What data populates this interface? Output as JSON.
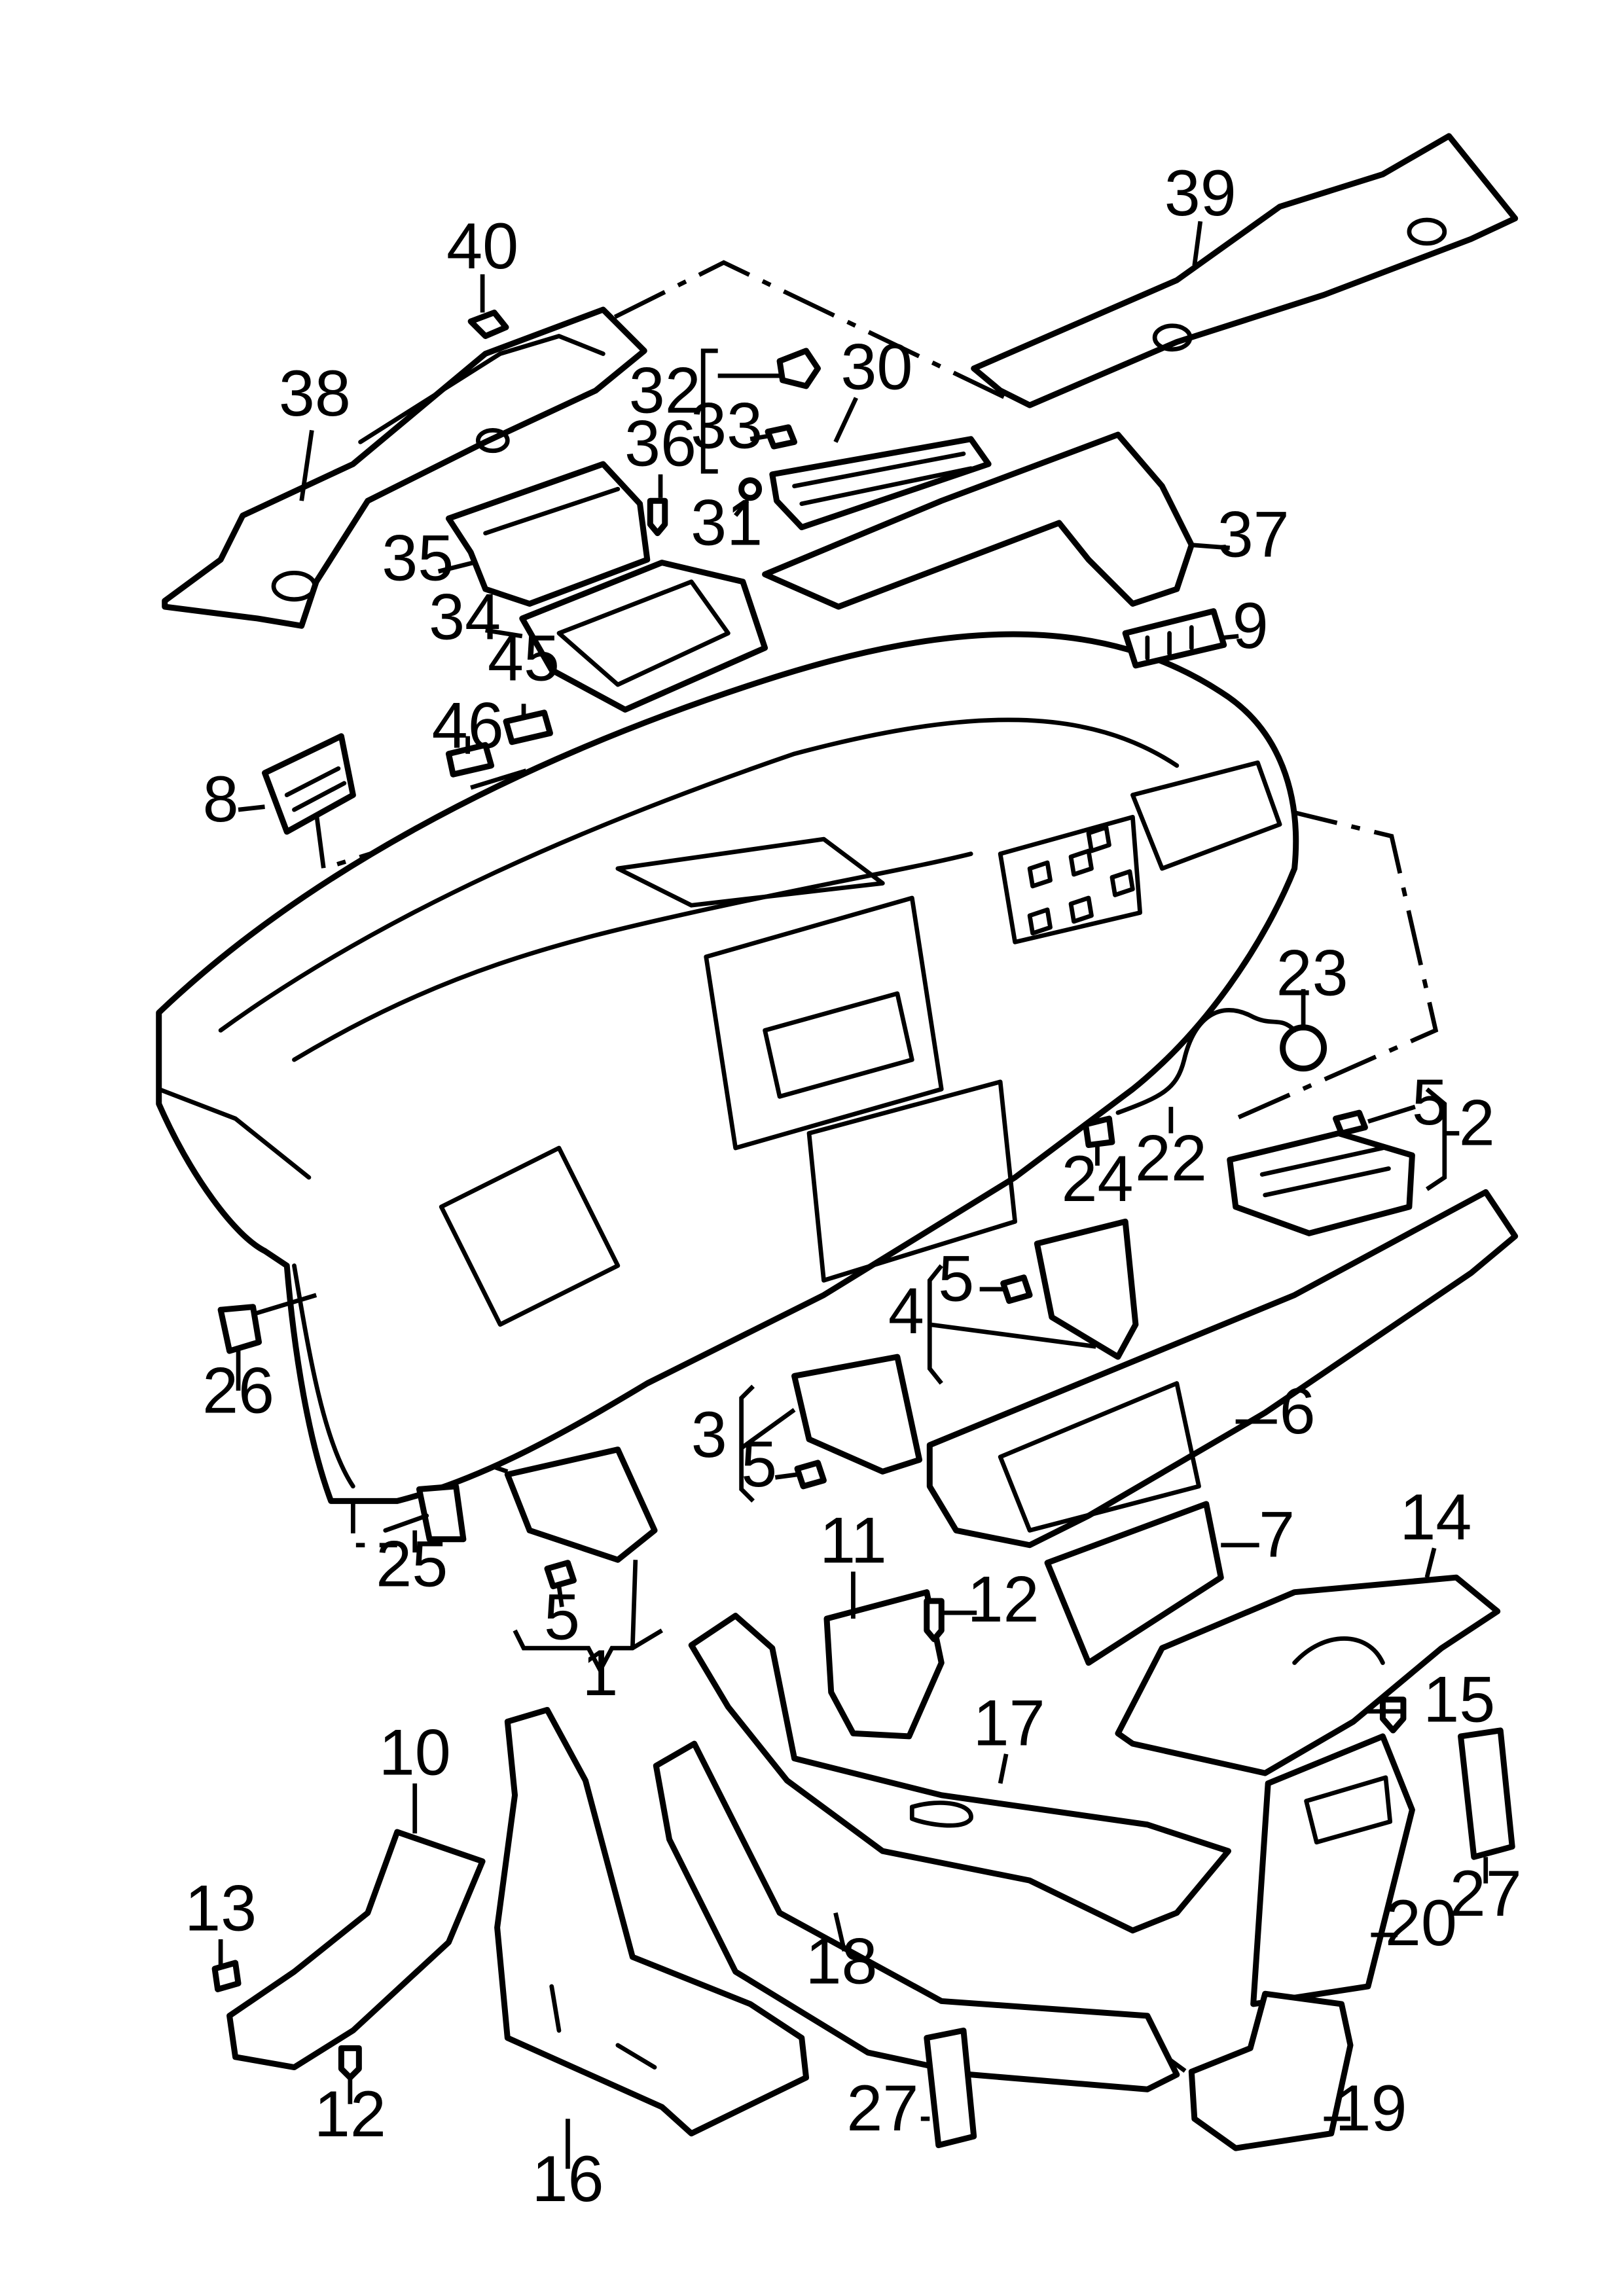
{
  "diagram": {
    "part_numbers": {
      "p1": "1",
      "p2": "2",
      "p3": "3",
      "p4": "4",
      "p5a": "5",
      "p5b": "5",
      "p5c": "5",
      "p5d": "5",
      "p6": "6",
      "p7": "7",
      "p8": "8",
      "p9": "9",
      "p10": "10",
      "p11": "11",
      "p12a": "12",
      "p12b": "12",
      "p13": "13",
      "p14": "14",
      "p15": "15",
      "p16": "16",
      "p17": "17",
      "p18": "18",
      "p19": "19",
      "p20": "20",
      "p22": "22",
      "p23": "23",
      "p24": "24",
      "p25": "25",
      "p26": "26",
      "p27a": "27",
      "p27b": "27",
      "p30": "30",
      "p31": "31",
      "p32": "32",
      "p33": "33",
      "p34": "34",
      "p35": "35",
      "p36": "36",
      "p37": "37",
      "p38": "38",
      "p39": "39",
      "p40": "40",
      "p45": "45",
      "p46": "46"
    },
    "colors": {
      "line": "#000000",
      "background": "#ffffff"
    }
  }
}
